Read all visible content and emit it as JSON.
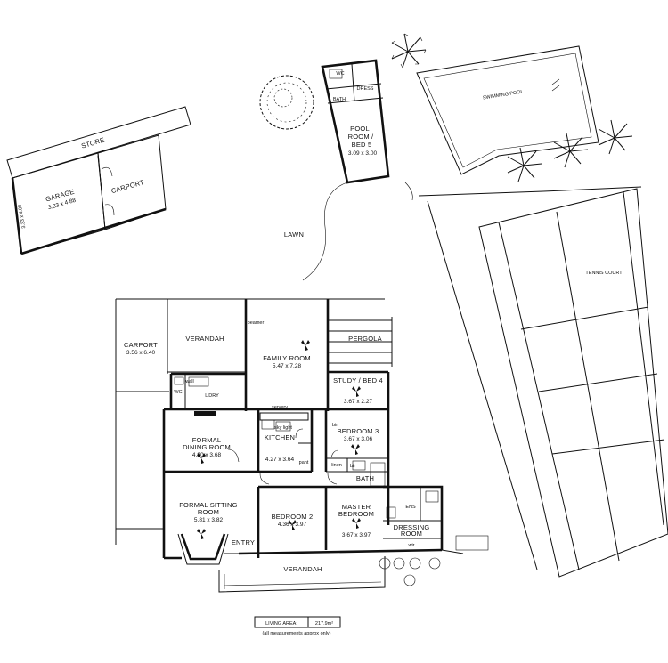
{
  "labels": {
    "store": "STORE",
    "garage": "GARAGE",
    "garage_dims": "3.33 x 4.88",
    "garage_side_dims": "3.33 x 4.88",
    "carport_top": "CARPORT",
    "lawn": "LAWN",
    "wc_pool": "WC",
    "bath_pool": "BATH",
    "dress": "DRESS",
    "pool_room_1": "POOL",
    "pool_room_2": "ROOM /",
    "pool_room_3": "BED 5",
    "pool_room_dims": "3.09 x 3.00",
    "swimming_pool": "SWIMMING POOL",
    "tennis_court": "TENNIS COURT",
    "carport_main": "CARPORT",
    "carport_main_dims": "3.56 x 6.40",
    "verandah_top": "VERANDAH",
    "family_room": "FAMILY ROOM",
    "family_room_dims": "5.47 x 7.28",
    "beamer": "beamer",
    "pergola": "PERGOLA",
    "study": "STUDY / BED 4",
    "study_dims": "3.67 x 2.27",
    "wc_main": "WC",
    "ldry": "L'DRY",
    "formal_dining_1": "FORMAL",
    "formal_dining_2": "DINING ROOM",
    "formal_dining_dims": "4.90 x 3.68",
    "kitchen": "KITCHEN",
    "kitchen_dims": "4.27 x 3.64",
    "servery": "servery",
    "sky_light": "sky light",
    "pant": "pant",
    "bedroom3": "BEDROOM 3",
    "bedroom3_dims": "3.67 x 3.06",
    "bath_main": "BATH",
    "linen": "linen",
    "formal_sitting_1": "FORMAL SITTING",
    "formal_sitting_2": "ROOM",
    "formal_sitting_dims": "5.81 x 3.82",
    "entry": "ENTRY",
    "bedroom2": "BEDROOM 2",
    "bedroom2_dims": "4.36 x 3.97",
    "master_1": "MASTER",
    "master_2": "BEDROOM",
    "master_dims": "3.67 x 3.97",
    "ens": "ENS",
    "dressing_1": "DRESSING",
    "dressing_2": "ROOM",
    "verandah_bottom": "VERANDAH",
    "living_area_label": "LIVING AREA:",
    "living_area_value": "217.9m²",
    "measurements_note": "(all measurements approx only)",
    "wall_oven_text": "wall",
    "bir": "bir",
    "wir": "wir"
  }
}
